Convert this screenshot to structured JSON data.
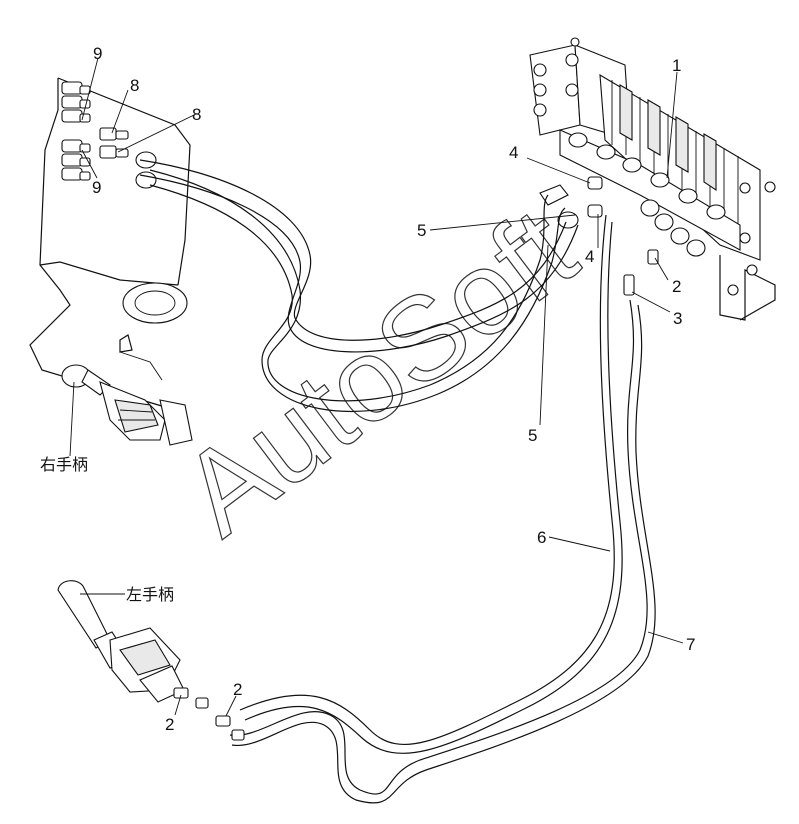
{
  "callouts": {
    "c1": "1",
    "c2a": "2",
    "c2b": "2",
    "c2c": "2",
    "c3": "3",
    "c4a": "4",
    "c4b": "4",
    "c5a": "5",
    "c5b": "5",
    "c6": "6",
    "c7": "7",
    "c8a": "8",
    "c8b": "8",
    "c9a": "9",
    "c9b": "9"
  },
  "labels": {
    "right_handle": "右手柄",
    "left_handle": "左手柄"
  },
  "watermark": "AutoSoft"
}
